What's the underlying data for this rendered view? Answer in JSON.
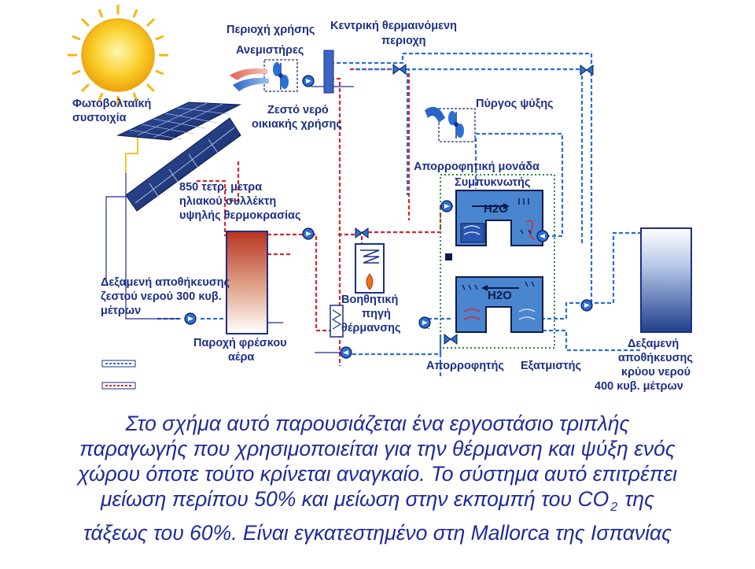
{
  "labels": {
    "area_of_use": "Περιοχή χρήσης",
    "central_heated_area_1": "Κεντρική θερμαινόμενη",
    "central_heated_area_2": "περιοχη",
    "fans": "Ανεμιστήρες",
    "pv_array_1": "Φωτοβολταϊκή",
    "pv_array_2": "συστοιχία",
    "hot_water_1": "Ζεστό νερό",
    "hot_water_2": "οικιακής χρήσης",
    "cooling_tower": "Πύργος ψύξης",
    "absorption_unit": "Απορροφητική μονάδα",
    "condenser": "Συμπυκνωτής",
    "collector_1": "850 τετρ. μετρα",
    "collector_2": "ηλιακού συλλέκτη",
    "collector_3": "υψηλής θερμοκρασίας",
    "hot_tank_1": "Δεξαμενή αποθήκευσης",
    "hot_tank_2": "ζεστού νερού 300 κυβ.",
    "hot_tank_3": "μέτρων",
    "aux_heat_1": "Βοηθητική",
    "aux_heat_2": "πηγή",
    "aux_heat_3": "θέρμανσης",
    "fresh_air_1": "Παροχή φρέσκου",
    "fresh_air_2": "αέρα",
    "absorber": "Απορροφητής",
    "evaporator": "Εξατμιστής",
    "cold_tank_1": "Δεξαμενή",
    "cold_tank_2": "αποθήκευσης",
    "cold_tank_3": "κρύου νερού",
    "cold_tank_4": "400 κυβ. μέτρων",
    "h2o_top": "H2O",
    "h2o_bottom": "H2O"
  },
  "caption": {
    "line1": "Στο σχήμα αυτό παρουσιάζεται ένα εργοστάσιο τριπλής",
    "line2": "παραγωγής που χρησιμοποιείται για την θέρμανση και ψύξη ενός",
    "line3": "χώρου όποτε τούτο κρίνεται αναγκαίο. Το σύστημα αυτό επιτρέπει",
    "line4_a": "μείωση περίπου 50% και μείωση στην εκπομπή του CO",
    "line4_sub": "2",
    "line4_b": "της",
    "line5": "τάξεως του 60%. Είναι εγκατεστημένο στη Mallorca  της Ισπανίας"
  },
  "colors": {
    "label_text": "#1d2f86",
    "caption_text": "#1f2a9a",
    "hot_pipe": "#d8272d",
    "cold_pipe": "#2a6fd6",
    "pipe_outline": "#1d2f86",
    "sun": "#f7c51a",
    "unit_fill": "#4a86cf"
  },
  "icons": [
    "sun-icon",
    "pv-panel-icon",
    "solar-collector-icon",
    "fan-icon",
    "pump-icon",
    "valve-icon",
    "flame-icon",
    "cooling-tower-fan-icon"
  ]
}
